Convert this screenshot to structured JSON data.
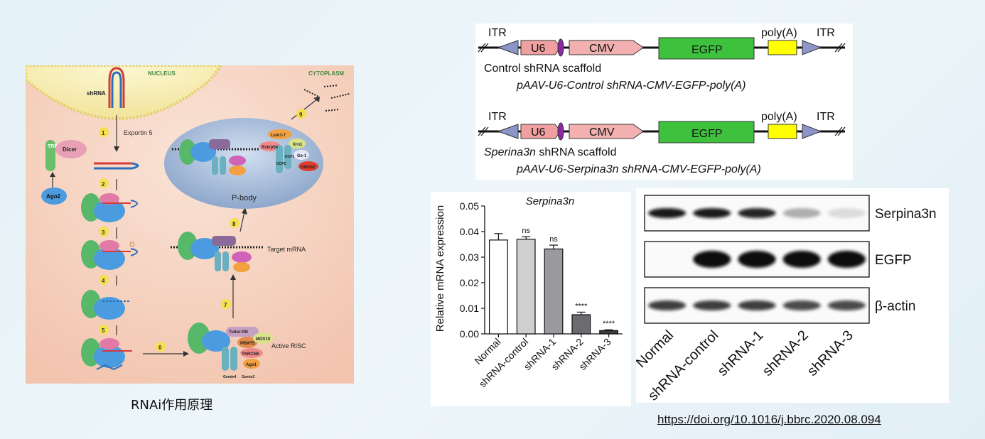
{
  "rnai": {
    "caption": "RNAi作用原理",
    "nucleus_label": "NUCLEUS",
    "cytoplasm_label": "CYTOPLASM",
    "shrna_label": "shRNA",
    "exportin_label": "Exportin 5",
    "dicer_label": "Dicer",
    "trbp_label": "TRBP",
    "ago2_label": "Ago2",
    "pbody_label": "P-body",
    "target_mrna_label": "Target mRNA",
    "active_risc_label": "Active RISC",
    "steps": [
      "1",
      "2",
      "3",
      "4",
      "5",
      "6",
      "7",
      "8",
      "9"
    ],
    "pbody_proteins": [
      "Lsm1-7",
      "Rck/p54",
      "Xrn1",
      "DCP2",
      "DCP1",
      "Ge-1",
      "GW182"
    ],
    "risc_proteins": [
      "Tudor-SN",
      "MOV10",
      "PRMT5",
      "TNRC6B",
      "Ago1",
      "Gemin4",
      "Gemin3"
    ]
  },
  "constructs": [
    {
      "itr_left": "ITR",
      "u6": "U6",
      "cmv": "CMV",
      "egfp": "EGFP",
      "polya": "poly(A)",
      "itr_right": "ITR",
      "scaffold_prefix": "Control",
      "scaffold_suffix": " shRNA scaffold",
      "title": "pAAV-U6-Control shRNA-CMV-EGFP-poly(A)"
    },
    {
      "itr_left": "ITR",
      "u6": "U6",
      "cmv": "CMV",
      "egfp": "EGFP",
      "polya": "poly(A)",
      "itr_right": "ITR",
      "scaffold_prefix": "Sperina3n",
      "scaffold_suffix": " shRNA scaffold",
      "title": "pAAV-U6-Serpina3n shRNA-CMV-EGFP-poly(A)"
    }
  ],
  "chart_data": {
    "type": "bar",
    "title": "Serpina3n",
    "ylabel": "Relative mRNA expression",
    "xlabel": "",
    "categories": [
      "Normal",
      "shRNA-control",
      "shRNA-1",
      "shRNA-2",
      "shRNA-3"
    ],
    "values": [
      0.0367,
      0.037,
      0.0332,
      0.0075,
      0.0013
    ],
    "errors": [
      0.0025,
      0.001,
      0.0015,
      0.001,
      0.0003
    ],
    "significance": [
      "",
      "ns",
      "ns",
      "****",
      "****"
    ],
    "bar_colors": [
      "#ffffff",
      "#cfcfcf",
      "#9a9a9e",
      "#6b6b70",
      "#3a3a3e"
    ],
    "ylim": [
      0,
      0.05
    ],
    "yticks": [
      "0.00",
      "0.01",
      "0.02",
      "0.03",
      "0.04",
      "0.05"
    ]
  },
  "western": {
    "rows": [
      {
        "label": "Serpina3n",
        "intensities": [
          0.95,
          0.95,
          0.9,
          0.3,
          0.12
        ]
      },
      {
        "label": "EGFP",
        "intensities": [
          0.0,
          1.0,
          1.0,
          1.0,
          1.0
        ]
      },
      {
        "label": "β-actin",
        "intensities": [
          0.8,
          0.8,
          0.8,
          0.75,
          0.75
        ]
      }
    ],
    "lanes": [
      "Normal",
      "shRNA-control",
      "shRNA-1",
      "shRNA-2",
      "shRNA-3"
    ]
  },
  "doi": "https://doi.org/10.1016/j.bbrc.2020.08.094",
  "colors": {
    "itr": "#8c95c8",
    "u6": "#f0a0a0",
    "cmv": "#f2b0b0",
    "egfp": "#3ec23e",
    "polya": "#ffff00",
    "scaffold": "#8a2aa0",
    "rnai_bg": "#f6d2c0",
    "nucleus": "#f6eea8",
    "pbody": "#9fb6d6"
  }
}
